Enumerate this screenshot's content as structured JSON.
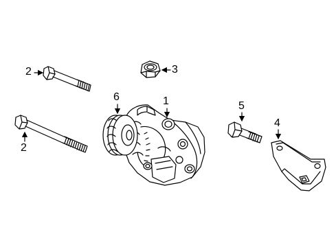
{
  "callouts": {
    "alternator": "1",
    "bolt_upper_long": "2",
    "bolt_lower_long": "2",
    "nut": "3",
    "bracket": "4",
    "bolt_short": "5",
    "pulley": "6"
  }
}
